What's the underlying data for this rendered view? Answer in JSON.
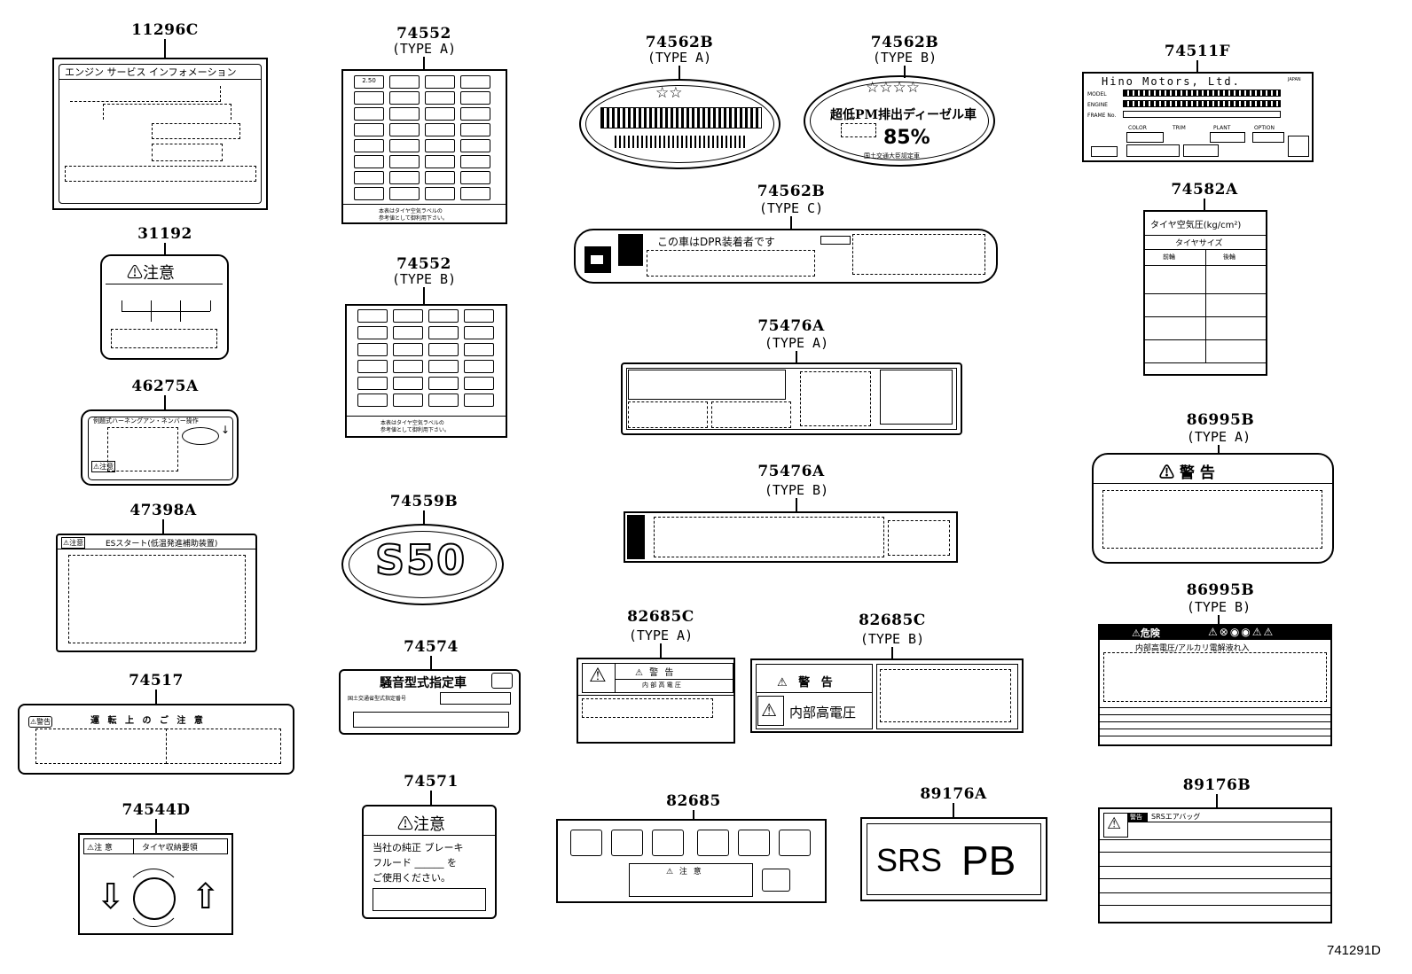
{
  "diagram_id": "741291D",
  "labels": {
    "p11296c": {
      "part": "11296C",
      "title": "エンジン サービス インフォメーション"
    },
    "p31192": {
      "part": "31192",
      "title": "⚠注意"
    },
    "p46275a": {
      "part": "46275A",
      "title": "例題式ハーネングアン・ネンバー操作",
      "tag": "⚠注意"
    },
    "p47398a": {
      "part": "47398A",
      "tag": "⚠注意",
      "title": "ESスタート(低温発進補助装置)"
    },
    "p74517": {
      "part": "74517",
      "tag": "⚠警告",
      "title": "運 転 上 の ご 注 意"
    },
    "p74544d": {
      "part": "74544D",
      "tag": "⚠注 意",
      "title": "タイヤ収納要領"
    },
    "p74552a": {
      "part": "74552",
      "type": "(TYPE A)",
      "first_cell": "2.50",
      "footer1": "本表はタイヤ空気ラベルの",
      "footer2": "参考値として御利用下さい。"
    },
    "p74552b": {
      "part": "74552",
      "type": "(TYPE B)",
      "footer1": "本表はタイヤ空気ラベルの",
      "footer2": "参考値として御利用下さい。"
    },
    "p74559b": {
      "part": "74559B",
      "text": "S50"
    },
    "p74574": {
      "part": "74574",
      "title": "騒音型式指定車",
      "sub": "国土交通省型式指定番号"
    },
    "p74571": {
      "part": "74571",
      "title": "⚠注意",
      "line1": "当社の純正 ブレーキ",
      "line2": "フルード ______ を",
      "line3": "ご使用ください。"
    },
    "p74562ba": {
      "part": "74562B",
      "type": "(TYPE A)",
      "stars": "☆☆"
    },
    "p74562bb": {
      "part": "74562B",
      "type": "(TYPE B)",
      "stars": "☆☆☆☆",
      "title": "超低PM排出ディーゼル車",
      "percent": "85%",
      "footer": "国土交通大臣認定車"
    },
    "p74562bc": {
      "part": "74562B",
      "type": "(TYPE C)",
      "text": "この車はDPR装着者です"
    },
    "p75476aa": {
      "part": "75476A",
      "type": "(TYPE A)"
    },
    "p75476ab": {
      "part": "75476A",
      "type": "(TYPE B)"
    },
    "p82685ca": {
      "part": "82685C",
      "type": "(TYPE A)",
      "title": "⚠ 警 告",
      "sub": "内 部 高 電 圧"
    },
    "p82685cb": {
      "part": "82685C",
      "type": "(TYPE B)",
      "title": "⚠ 警 告",
      "sub": "内部高電圧"
    },
    "p82685": {
      "part": "82685",
      "title": "⚠ 注 意"
    },
    "p74511f": {
      "part": "74511F",
      "maker": "Hino Motors, Ltd.",
      "country": "JAPAN",
      "f1": "MODEL",
      "f2": "ENGINE",
      "f3": "FRAME No.",
      "c1": "COLOR",
      "c2": "TRIM",
      "c3": "PLANT",
      "c4": "OPTION"
    },
    "p74582a": {
      "part": "74582A",
      "title": "タイヤ空気圧(kg/cm²)",
      "sub": "タイヤサイズ",
      "col1": "前輪",
      "col2": "後輪"
    },
    "p86995ba": {
      "part": "86995B",
      "type": "(TYPE A)",
      "title": "⚠ 警   告"
    },
    "p86995bb": {
      "part": "86995B",
      "type": "(TYPE B)",
      "title": "⚠危険",
      "sub": "内部高電圧/アルカリ電解液れ入"
    },
    "p89176a": {
      "part": "89176A",
      "text1": "SRS",
      "text2": "PB"
    },
    "p89176b": {
      "part": "89176B",
      "tag": "警告",
      "title": "SRSエアバッグ"
    }
  },
  "icons": [
    "warning-triangle-icon",
    "star-icon",
    "electric-hazard-icon",
    "arrow-icon"
  ]
}
